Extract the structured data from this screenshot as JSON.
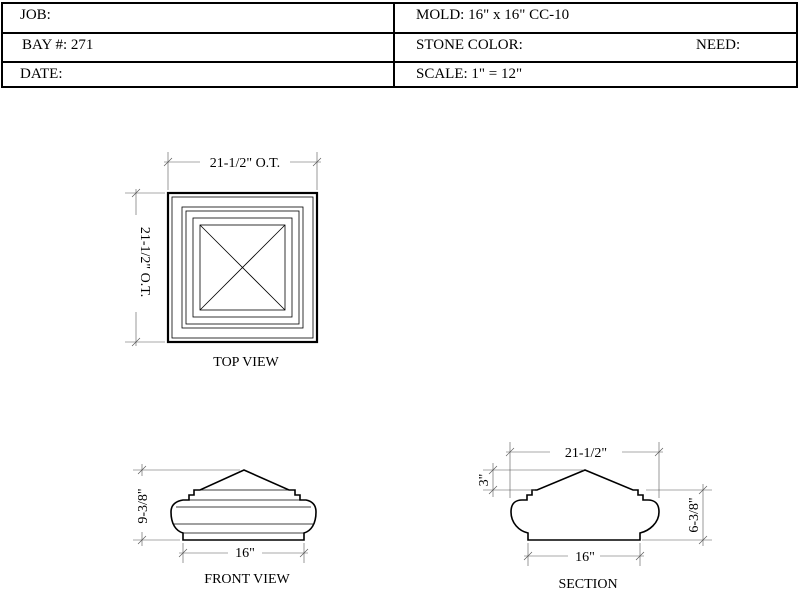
{
  "title_block": {
    "job_label": "JOB:",
    "mold_label": "MOLD: 16\" x 16\" CC-10",
    "bay_label": "BAY #: 271",
    "stone_color_label": "STONE COLOR:",
    "need_label": "NEED:",
    "date_label": "DATE:",
    "scale_label": "SCALE:  1\" = 12\""
  },
  "top_view": {
    "width_dim": "21-1/2\" O.T.",
    "height_dim": "21-1/2\" O.T.",
    "caption": "TOP VIEW"
  },
  "front_view": {
    "height_dim": "9-3/8\"",
    "base_dim": "16\"",
    "caption": "FRONT VIEW"
  },
  "section": {
    "top_dim": "21-1/2\"",
    "peak_dim": "3\"",
    "height_dim": "6-3/8\"",
    "base_dim": "16\"",
    "caption": "SECTION"
  }
}
